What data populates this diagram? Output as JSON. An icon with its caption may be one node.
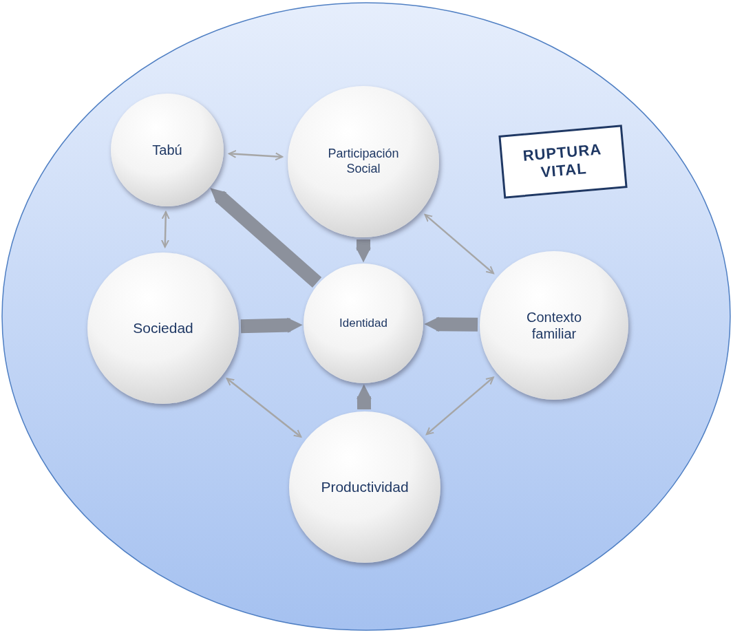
{
  "diagram": {
    "nodes": [
      {
        "text": [
          "Tabú"
        ]
      },
      {
        "text": [
          "Participación Social"
        ]
      },
      {
        "text": [
          "RUPTURA VITAL"
        ]
      },
      {
        "text": [
          "Sociedad"
        ]
      },
      {
        "text": [
          "Identidad"
        ]
      },
      {
        "text": [
          "Contexto familiar"
        ]
      },
      {
        "text": [
          "Productividad"
        ]
      }
    ],
    "edges": [
      {
        "from": 0,
        "to": 1,
        "arrow": "both"
      },
      {
        "from": 0,
        "to": 3,
        "arrow": "both"
      },
      {
        "from": 1,
        "to": 5,
        "arrow": "both"
      },
      {
        "from": 3,
        "to": 6,
        "arrow": "both"
      },
      {
        "from": 5,
        "to": 6,
        "arrow": "both"
      },
      {
        "from": 1,
        "to": 4,
        "arrow": "to",
        "style": "thick",
        "color": "#8c919c"
      },
      {
        "from": 3,
        "to": 4,
        "arrow": "to",
        "style": "thick",
        "color": "#8c919c"
      },
      {
        "from": 5,
        "to": 4,
        "arrow": "to",
        "style": "thick",
        "color": "#8c919c"
      },
      {
        "from": 6,
        "to": 4,
        "arrow": "to",
        "style": "thick",
        "color": "#8c919c"
      },
      {
        "from": 4,
        "to": 0,
        "arrow": "to",
        "style": "thick",
        "color": "#8c919c"
      }
    ]
  }
}
